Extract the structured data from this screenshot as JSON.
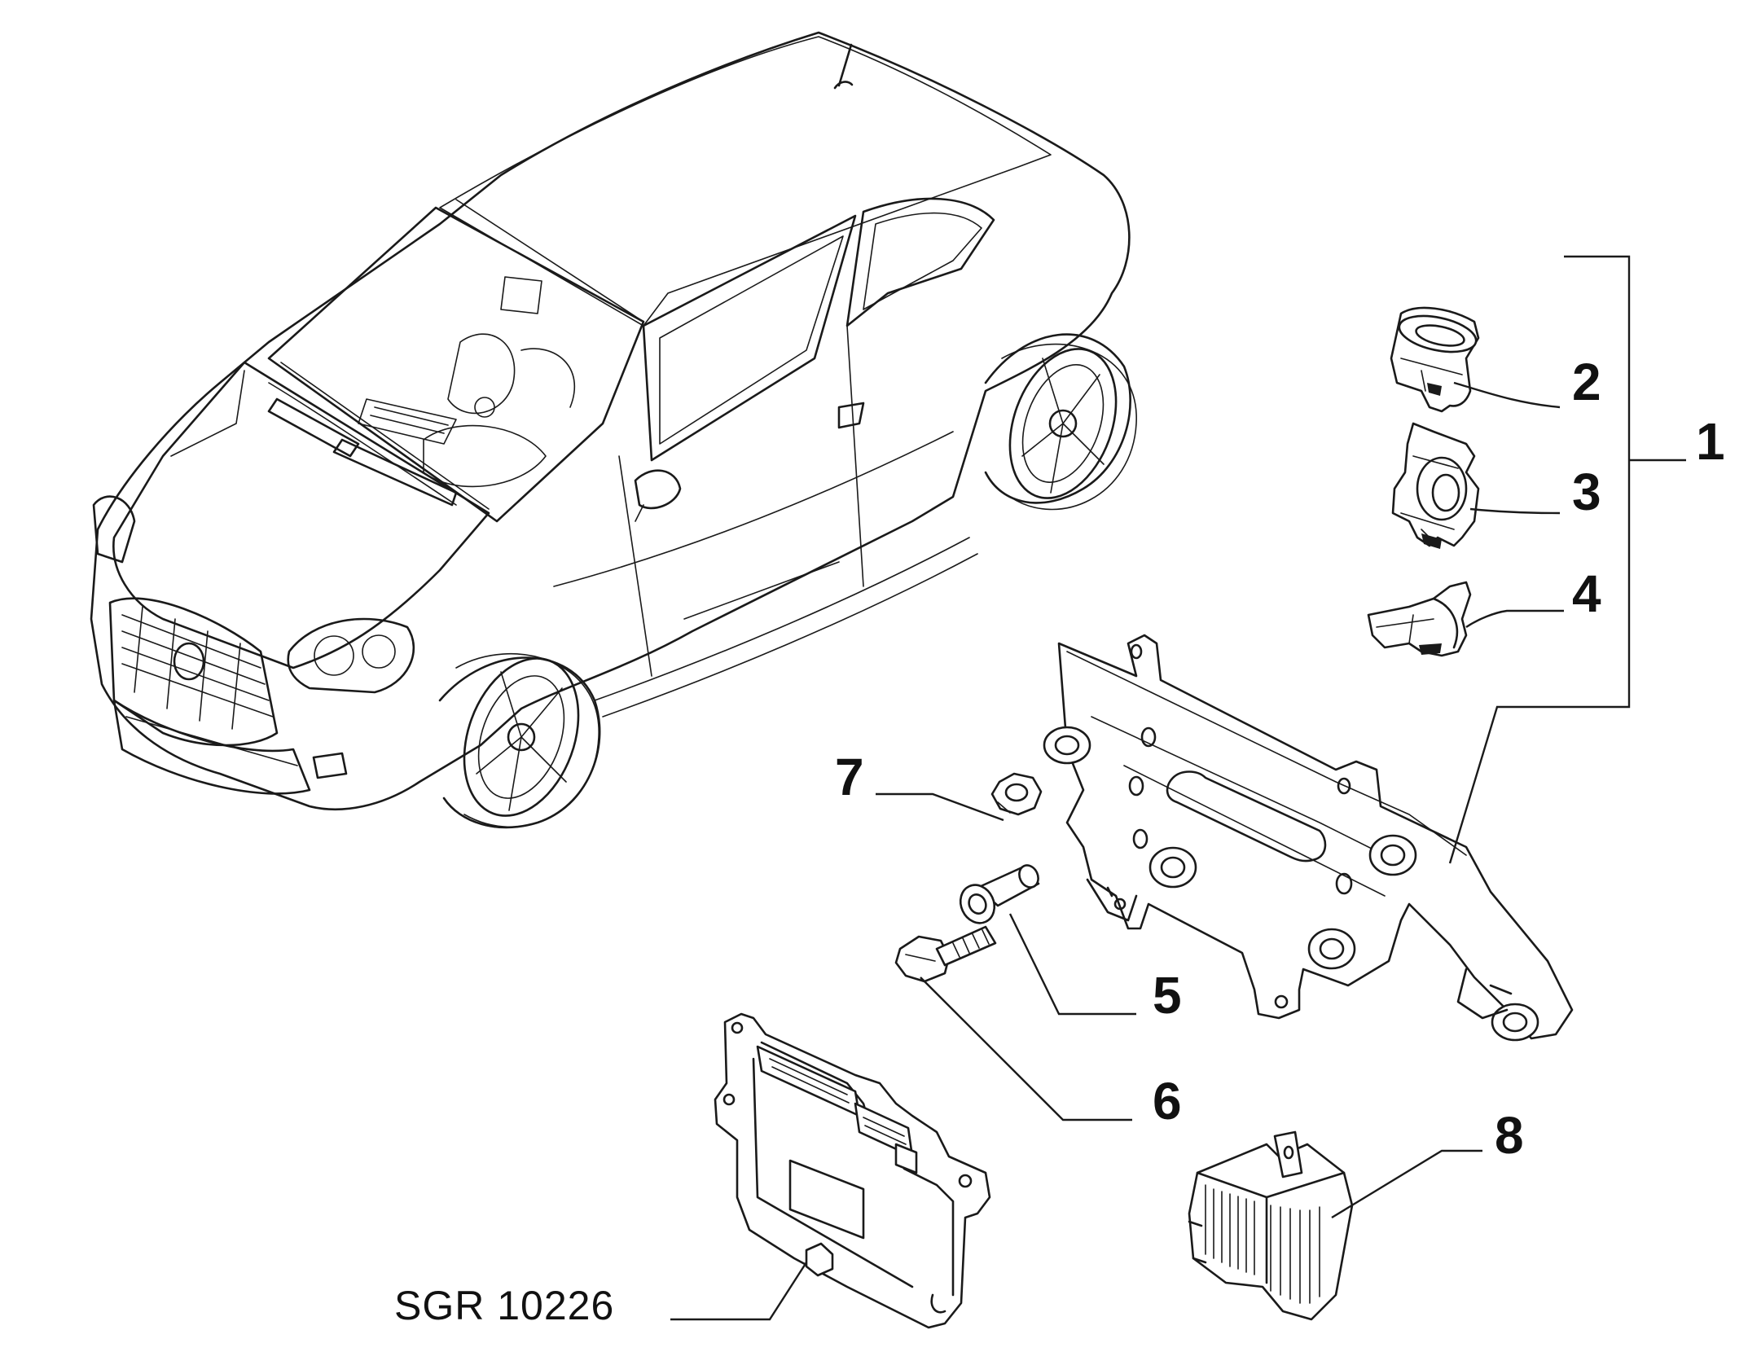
{
  "callouts": {
    "c1": "1",
    "c2": "2",
    "c3": "3",
    "c4": "4",
    "c5": "5",
    "c6": "6",
    "c7": "7",
    "c8": "8"
  },
  "drawing_code": "SGR 10226",
  "colors": {
    "ink": "#1a1a1a",
    "background": "#ffffff"
  }
}
